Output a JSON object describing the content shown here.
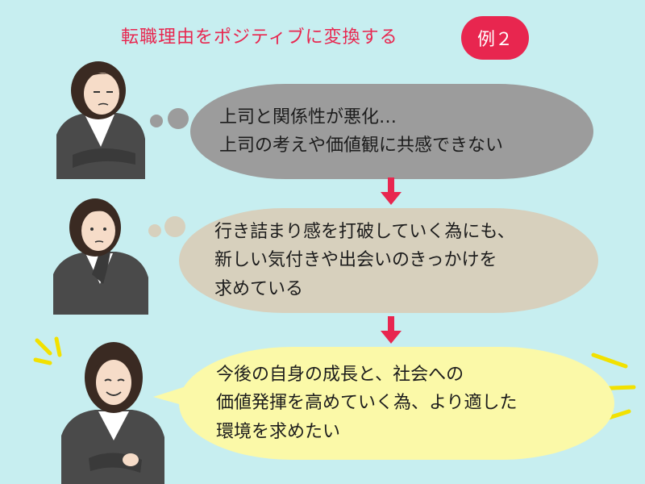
{
  "header": {
    "title": "転職理由をポジティブに変換する",
    "badge": "例２"
  },
  "bubbles": [
    {
      "lines": [
        "上司と関係性が悪化…",
        "上司の考えや価値観に共感できない"
      ]
    },
    {
      "lines": [
        "行き詰まり感を打破していく為にも、",
        "新しい気付きや出会いのきっかけを",
        "求めている"
      ]
    },
    {
      "lines": [
        "今後の自身の成長と、社会への",
        "価値発揮を高めていく為、より適した",
        "環境を求めたい"
      ]
    }
  ],
  "colors": {
    "background": "#c7eef0",
    "accent": "#e8264f",
    "bubble_negative": "#9c9c9c",
    "bubble_neutral": "#d7d0bd",
    "bubble_positive": "#fbf9a8"
  },
  "icons": [
    "arrow-down-icon",
    "arrow-down-icon",
    "sparkle-burst-icon"
  ]
}
